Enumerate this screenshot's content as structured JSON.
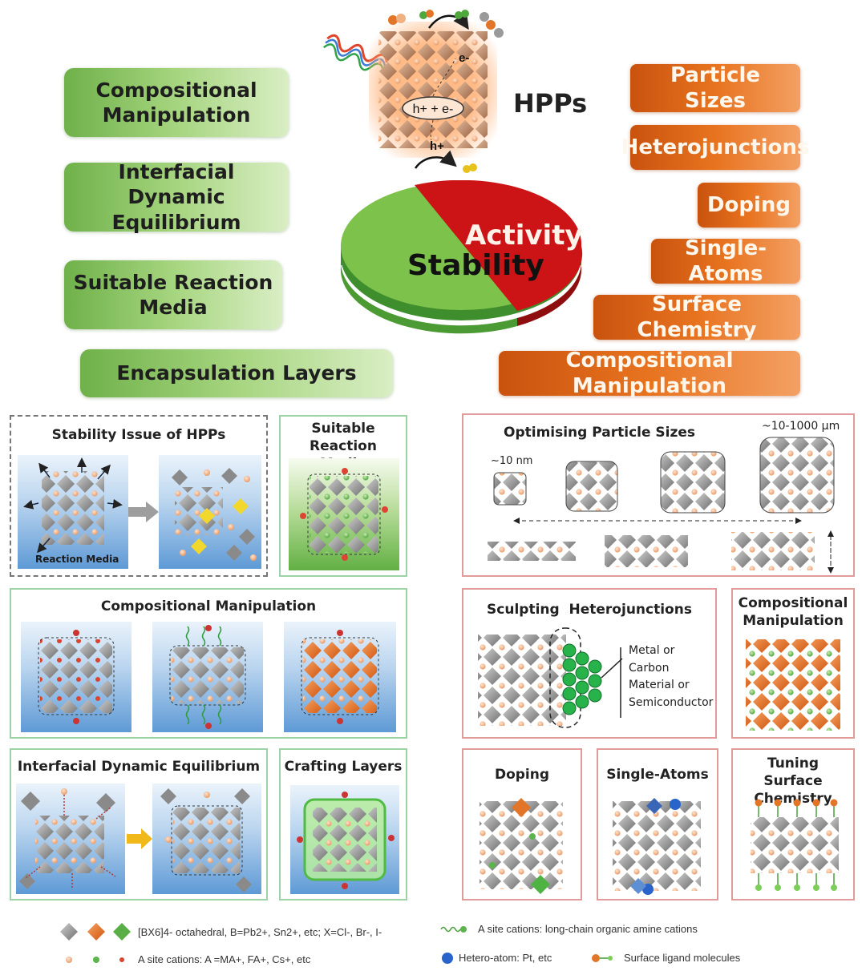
{
  "center": {
    "label": "HPPs",
    "electron": "e-",
    "pair": "h+ + e-",
    "hole": "h+"
  },
  "pie": {
    "stability": "Stability",
    "activity": "Activity"
  },
  "left_pills": [
    "Compositional Manipulation",
    "Interfacial Dynamic Equilibrium",
    "Suitable Reaction Media",
    "Encapsulation Layers"
  ],
  "right_pills": [
    "Particle Sizes",
    "Heterojunctions",
    "Doping",
    "Single-Atoms",
    "Surface Chemistry",
    "Compositional Manipulation"
  ],
  "panels": {
    "stability_issue": {
      "title": "Stability Issue of HPPs",
      "media_label": "Reaction Media"
    },
    "suitable_media": {
      "title": "Suitable Reaction Media"
    },
    "compositional_left": {
      "title": "Compositional Manipulation"
    },
    "interfacial": {
      "title": "Interfacial Dynamic Equilibrium"
    },
    "crafting": {
      "title": "Crafting Layers"
    },
    "particle_sizes": {
      "title": "Optimising Particle Sizes",
      "small_label": "~10 nm",
      "large_label": "~10-1000 μm"
    },
    "heterojunctions": {
      "title": "Sculpting  Heterojunctions",
      "annotation": [
        "Metal or",
        "Carbon",
        "Material or",
        "Semiconductor"
      ]
    },
    "compositional_right": {
      "title": "Compositional Manipulation"
    },
    "doping": {
      "title": "Doping"
    },
    "single_atoms": {
      "title": "Single-Atoms"
    },
    "surface": {
      "title": "Tuning Surface Chemistry"
    }
  },
  "legend": {
    "octahedral": "[BX6]4- octahedral, B=Pb2+, Sn2+, etc; X=Cl-, Br-, I-",
    "a_site": "A site cations: A =MA+, FA+, Cs+, etc",
    "long_chain": "A site cations: long-chain organic amine cations",
    "hetero": "Hetero-atom: Pt, etc",
    "ligand": "Surface ligand molecules"
  },
  "colors": {
    "green_pill": "#8cc763",
    "orange_pill": "#e0681a",
    "pie_green": "#7dc24b",
    "pie_red": "#cc1416",
    "octahedron_gray": "#8a8a8a",
    "octahedron_orange": "#e37528",
    "a_site_peach": "#f2b48c",
    "hetero_blue": "#2a63c9"
  }
}
